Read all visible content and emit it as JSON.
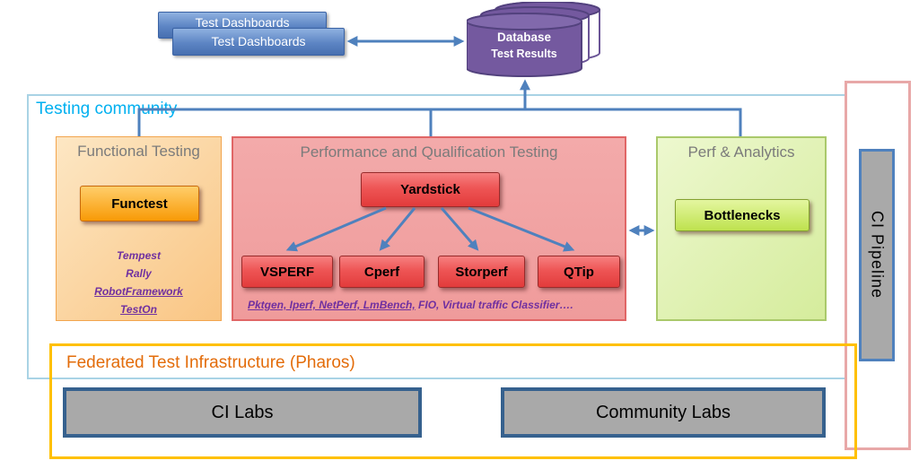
{
  "diagram": {
    "dashboards": {
      "back_label": "Test Dashboards",
      "front_label": "Test Dashboards"
    },
    "database": {
      "line1": "Database",
      "line2": "Test Results"
    },
    "community": {
      "title": "Testing community"
    },
    "functional": {
      "title": "Functional Testing",
      "button": "Functest",
      "tools": [
        "Tempest",
        "Rally",
        "RobotFramework",
        "TestOn"
      ]
    },
    "performance": {
      "title": "Performance and Qualification Testing",
      "main_button": "Yardstick",
      "buttons": [
        "VSPERF",
        "Cperf",
        "Storperf",
        "QTip"
      ],
      "tools_note_underlined": "Pktgen, Iperf, NetPerf, LmBench,",
      "tools_note_rest": " FIO, Virtual traffic Classifier…."
    },
    "analytics": {
      "title": "Perf & Analytics",
      "button": "Bottlenecks"
    },
    "ci_pipeline": {
      "label": "CI Pipeline"
    },
    "federated": {
      "title": "Federated Test Infrastructure (Pharos)",
      "labs": [
        "CI Labs",
        "Community Labs"
      ]
    }
  },
  "colors": {
    "arrow_blue": "#4F81BD",
    "community_title": "#00B0F0",
    "community_border": "#A9D3E5",
    "federated_title": "#E36C0A",
    "federated_border": "#FFC000",
    "purple_tools_text": "#7030A0",
    "database_fill": "#74599F",
    "functional_fill": "#F9C583",
    "performance_fill": "#F2A3A3",
    "analytics_fill": "#D5EC9C",
    "labs_fill": "#A9A9A9",
    "labs_border": "#36618E",
    "ci_pipeline_outer_border": "#E8A8A8"
  }
}
